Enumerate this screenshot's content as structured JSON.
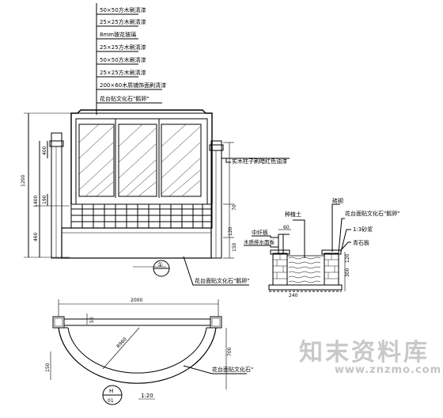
{
  "top_callouts": [
    "50×50方木刷清漆",
    "25×25方木刷清漆",
    "8mm玻花玻璃",
    "25×25方木刷清漆",
    "50×50方木刷清漆",
    "25×25方木刷清漆",
    "200×60木质铺饰面刷清漆",
    "花台贴文化石\"鹅卵\""
  ],
  "elevation": {
    "post_label": "实木柱子刷暗红色油漆",
    "base_label": "花台面贴文化石\"鹅卵\"",
    "section_mark": "①",
    "dims_left": [
      "1200",
      "1400",
      "460",
      "190",
      "400"
    ],
    "dims_right": [
      "70",
      "150",
      "120"
    ]
  },
  "section": {
    "label_brick": "砖砌",
    "label_plant": "种植土",
    "label_stone": "花台面贴文化石\"鹅卵\"",
    "label_sand": "1:3砂浆",
    "label_cap": "青石板",
    "label_rail": "中纤板",
    "label_tray": "木质排水面板",
    "dim_top": "60",
    "dim_side": [
      "120",
      "300"
    ],
    "dim_bottom": "240"
  },
  "plan": {
    "width_dim": "2000",
    "radius_dim": "R960",
    "dim_50": "50",
    "dim_150": "150",
    "dim_right": "700",
    "label": "花台面贴文化石\"",
    "index_top": "H",
    "index_bottom": "01",
    "scale": "1:20"
  },
  "watermark": {
    "main": "知末资料库",
    "sub": "www.znzmo.com"
  }
}
